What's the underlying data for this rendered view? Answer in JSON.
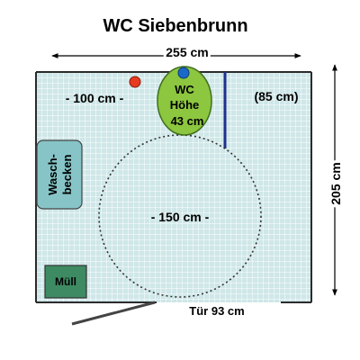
{
  "title": "WC Siebenbrunn",
  "dimensions": {
    "width_label": "255 cm",
    "height_label": "205 cm",
    "left_space_label": "- 100 cm -",
    "right_space_label": "(85 cm)",
    "turning_circle_label": "- 150 cm -",
    "door_label": "Tür 93 cm"
  },
  "fixtures": {
    "wc_lines": [
      "WC",
      "Höhe",
      "43 cm"
    ],
    "sink_lines": [
      "Wasch-",
      "becken"
    ],
    "bin_label": "Müll"
  },
  "colors": {
    "floor": "#cfe7e8",
    "grid": "#ffffff",
    "wall": "#2b2b2b",
    "wc_fill": "#8dc63f",
    "wc_stroke": "#3f6f1e",
    "sink_fill": "#86c4c7",
    "bin_fill": "#3e8b63",
    "red_marker": "#e83a1f",
    "blue_marker": "#1a68c9",
    "grab_bar": "#1f2f8f",
    "circle_stroke": "#333333"
  }
}
